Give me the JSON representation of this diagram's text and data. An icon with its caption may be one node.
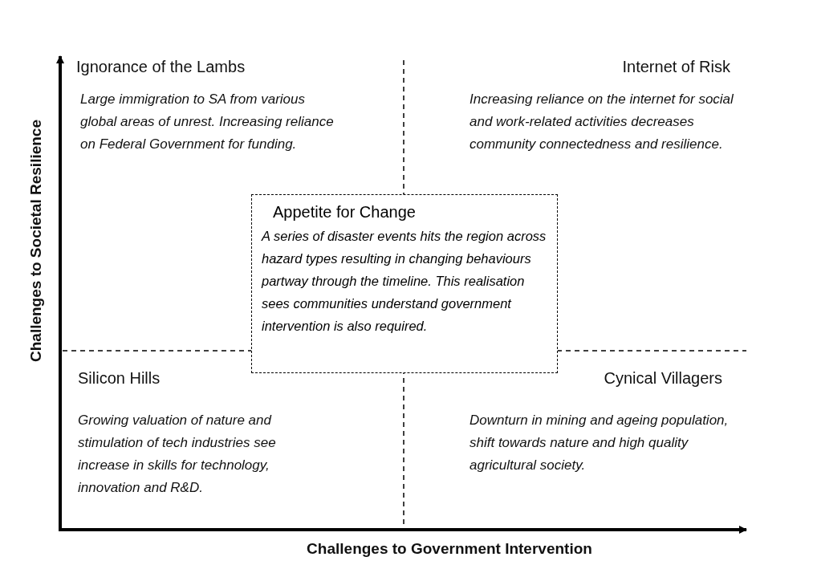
{
  "diagram": {
    "nodes": [
      {
        "text": [
          "Appetite for Change",
          "A series of disaster events hits the region across hazard types resulting in changing behaviours partway through the timeline. This realisation sees communities understand government intervention is also required."
        ]
      }
    ],
    "labels": [
      "Ignorance of the Lambs",
      "Large immigration to SA from various global areas of unrest. Increasing reliance on Federal Government for funding.",
      "Internet of Risk",
      "Increasing reliance on the internet for social and work-related activities decreases community connectedness and resilience.",
      "Challenges to Societal Resilience",
      "Silicon Hills",
      "Growing valuation of nature and stimulation of tech industries see increase in skills for technology, innovation and R&D.",
      "Cynical Villagers",
      "Downturn in mining and ageing population, shift towards nature and high quality agricultural society.",
      "Challenges to Government Intervention"
    ]
  }
}
